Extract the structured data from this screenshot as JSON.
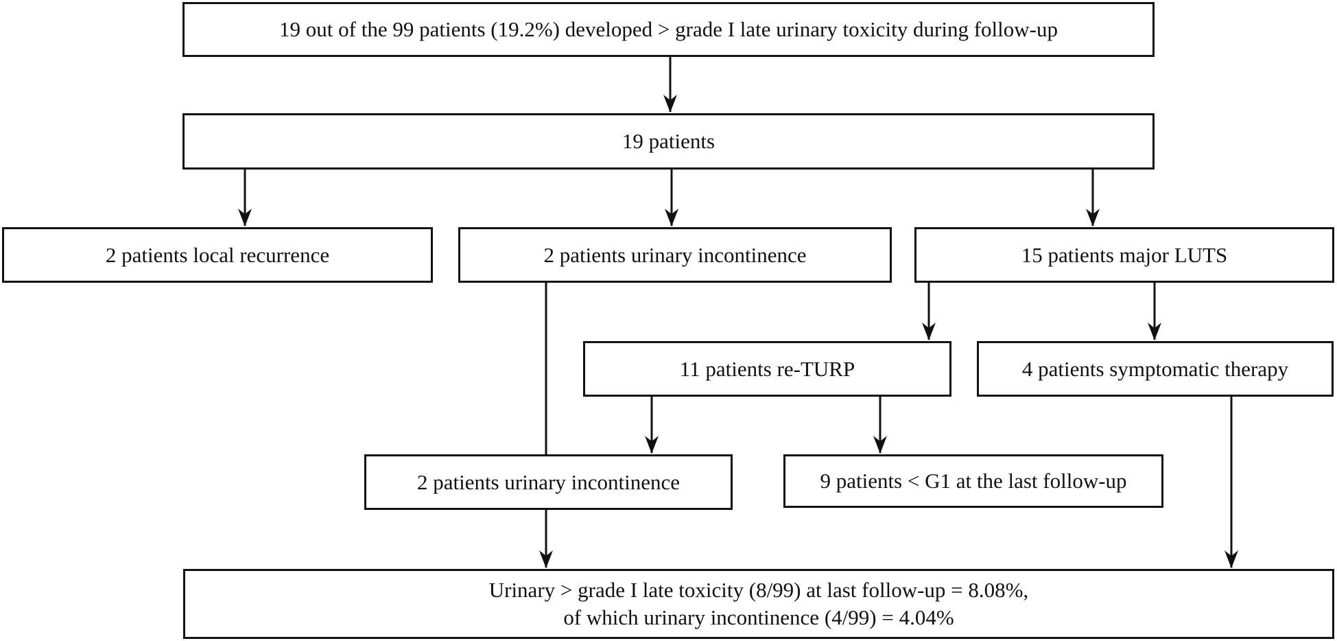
{
  "diagram": {
    "nodes": {
      "root": {
        "label": "19 out of the 99 patients (19.2%) developed > grade I late urinary toxicity during follow-up"
      },
      "nineteen": {
        "label": "19 patients"
      },
      "recurrence": {
        "label": "2 patients local recurrence"
      },
      "incontinence_a": {
        "label": "2 patients urinary incontinence"
      },
      "luts": {
        "label": "15 patients major LUTS"
      },
      "returp": {
        "label": "11 patients re-TURP"
      },
      "symptomatic": {
        "label": "4 patients symptomatic therapy"
      },
      "incontinence_b": {
        "label": "2 patients urinary incontinence"
      },
      "g1": {
        "label": "9 patients < G1 at the last follow-up"
      },
      "final": {
        "lines": [
          "Urinary > grade I late toxicity (8/99) at last follow-up = 8.08%,",
          "of which urinary incontinence (4/99) = 4.04%"
        ]
      }
    },
    "colors": {
      "ink": "#111111",
      "background": "#ffffff"
    }
  }
}
